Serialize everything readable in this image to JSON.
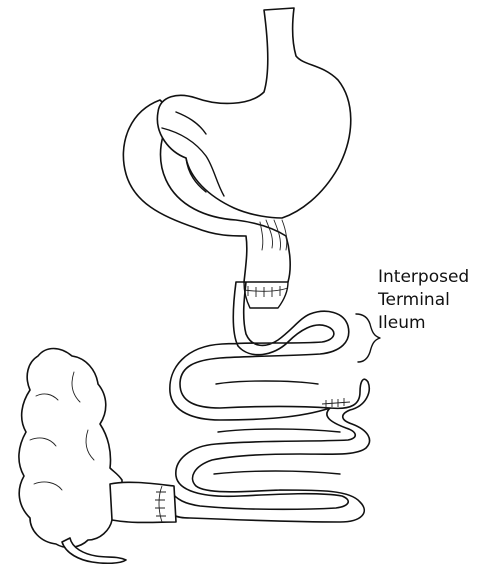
{
  "figure": {
    "label_lines": [
      "Interposed",
      "Terminal",
      "Ileum"
    ],
    "line_color": "#111111",
    "background": "#ffffff"
  }
}
